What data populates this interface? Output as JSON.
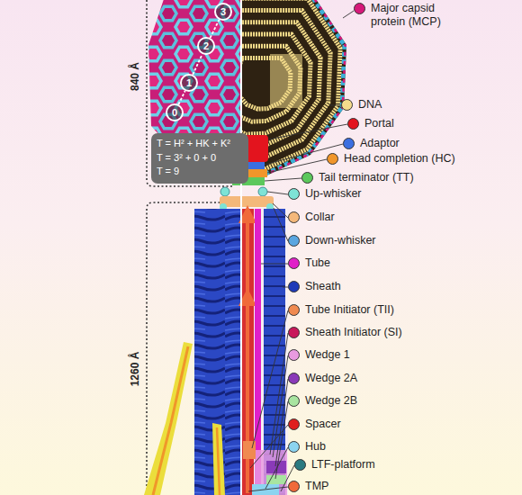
{
  "diagram": {
    "nodes": [
      {
        "text": [
          "3"
        ]
      },
      {
        "text": [
          "2"
        ]
      },
      {
        "text": [
          "1"
        ]
      },
      {
        "text": [
          "0"
        ]
      },
      {
        "text": [
          "T = H² + HK + K²",
          "T = 3² + 0 + 0",
          "T = 9"
        ]
      }
    ],
    "edges": [
      {
        "from": 3,
        "to": 2,
        "arrow": "none"
      },
      {
        "from": 2,
        "to": 1,
        "arrow": "none"
      },
      {
        "from": 1,
        "to": 0,
        "arrow": "none"
      }
    ],
    "labels": [
      "840 Å",
      "1260 Å"
    ],
    "legend": [
      {
        "text": "Major capsid protein (MCP)",
        "color": "#d6197a"
      },
      {
        "text": "DNA",
        "color": "#f5dc8c"
      },
      {
        "text": "Portal",
        "color": "#e3141e"
      },
      {
        "text": "Adaptor",
        "color": "#3b6fe0"
      },
      {
        "text": "Head completion (HC)",
        "color": "#f0962a"
      },
      {
        "text": "Tail terminator (TT)",
        "color": "#5cc85c"
      },
      {
        "text": "Up-whisker",
        "color": "#7ee3d6"
      },
      {
        "text": "Collar",
        "color": "#f4b87a"
      },
      {
        "text": "Down-whisker",
        "color": "#5aa6e0"
      },
      {
        "text": "Tube",
        "color": "#e020c8"
      },
      {
        "text": "Sheath",
        "color": "#1e3ab8"
      },
      {
        "text": "Tube Initiator (TII)",
        "color": "#f08a50"
      },
      {
        "text": "Sheath Initiator (SI)",
        "color": "#c8185a"
      },
      {
        "text": "Wedge 1",
        "color": "#e89ae0"
      },
      {
        "text": "Wedge 2A",
        "color": "#8a3ab8"
      },
      {
        "text": "Wedge 2B",
        "color": "#a8e4a0"
      },
      {
        "text": "Spacer",
        "color": "#e0201e"
      },
      {
        "text": "Hub",
        "color": "#8cd4f0"
      },
      {
        "text": "LTF-platform",
        "color": "#2a7a80"
      },
      {
        "text": "TMP",
        "color": "#f06a3a"
      }
    ]
  }
}
